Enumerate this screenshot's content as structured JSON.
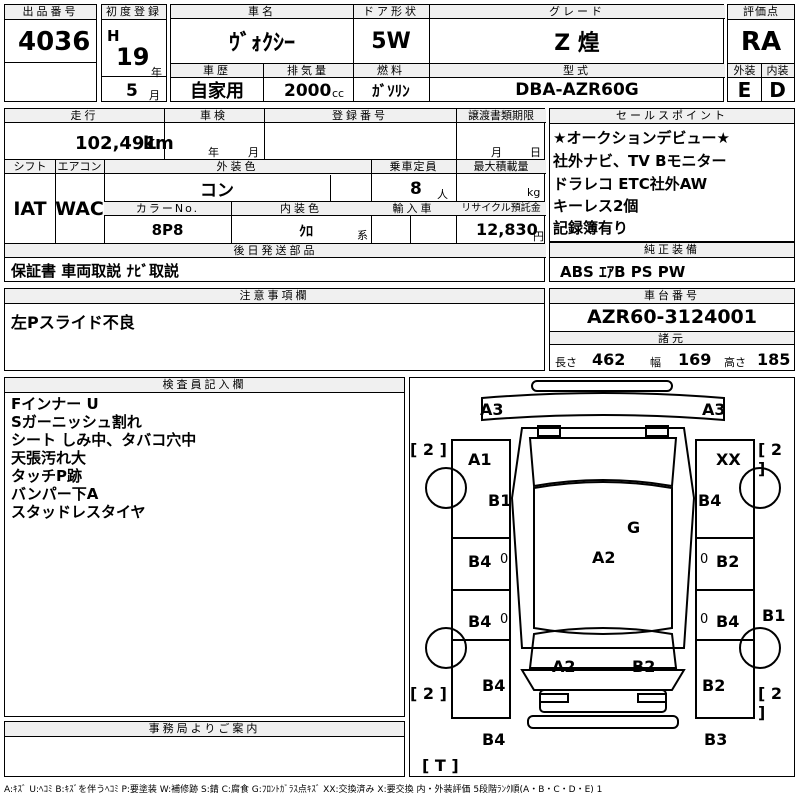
{
  "top": {
    "lot_label": "出品番号",
    "lot_no": "4036",
    "first_reg_label": "初度登録",
    "era": "H",
    "year_num": "19",
    "year_unit": "年",
    "month_num": "5",
    "month_unit": "月",
    "model_label": "車名",
    "model": "ｳﾞｫｸｼｰ",
    "doors_label": "ドア形状",
    "doors": "5W",
    "grade_label": "グレード",
    "grade": "Z 煌",
    "score_label": "評価点",
    "score": "RA",
    "history_label": "車歴",
    "history": "自家用",
    "disp_label": "排気量",
    "disp": "2000",
    "disp_unit": "cc",
    "fuel_label": "燃料",
    "fuel": "ｶﾞｿﾘﾝ",
    "type_label": "型式",
    "type": "DBA-AZR60G",
    "ext_label": "外装",
    "ext": "E",
    "int_label": "内装",
    "int": "D"
  },
  "mid": {
    "mileage_label": "走行",
    "mileage": "102,491",
    "mileage_unit": "km",
    "inspect_label": "車検",
    "ym_year": "年",
    "ym_month": "月",
    "regno_label": "登録番号",
    "transfer_label": "譲渡書類期限",
    "md_month": "月",
    "md_day": "日",
    "shift_label": "シフト",
    "shift": "IAT",
    "ac_label": "エアコン",
    "ac": "WAC",
    "color_label": "外装色",
    "color": "コン",
    "seats_label": "乗車定員",
    "seats": "8",
    "seats_unit": "人",
    "load_label": "最大積載量",
    "load_unit": "kg",
    "colorno_label": "カラーNo.",
    "colorno": "8P8",
    "intcolor_label": "内装色",
    "intcolor": "ｸﾛ",
    "intcolor_unit": "系",
    "import_label": "輸入車",
    "recycle_label": "リサイクル預託金",
    "recycle": "12,830",
    "recycle_unit": "円",
    "parts_label": "後日発送部品",
    "parts": "保証書 車両取説 ﾅﾋﾞ取説",
    "caution_label": "注意事項欄",
    "caution": "左Pスライド不良",
    "inspector_label": "検査員記入欄",
    "inspector_notes": [
      "Fインナー U",
      "Sガーニッシュ割れ",
      "シート しみ中、タバコ穴中",
      "天張汚れ大",
      "タッチP跡",
      "バンパー下A",
      "スタッドレスタイヤ"
    ],
    "office_label": "事務局よりご案内"
  },
  "right": {
    "sales_label": "セールスポイント",
    "sales_points": [
      "★オークションデビュー★",
      "社外ナビ、TV Bモニター",
      "ドラレコ ETC社外AW",
      "キーレス2個",
      "記録簿有り"
    ],
    "equip_label": "純正装備",
    "equip": "ABS ｴｱB PS PW",
    "chassis_label": "車台番号",
    "chassis": "AZR60-3124001",
    "spec_label": "諸元",
    "length_label": "長さ",
    "length": "462",
    "width_label": "幅",
    "width": "169",
    "height_label": "高さ",
    "height": "185"
  },
  "diagram": {
    "marks": {
      "a3l": "A3",
      "a3r": "A3",
      "a1": "A1",
      "xx": "XX",
      "b1l": "B1",
      "b4ur": "B4",
      "g": "G",
      "a2c": "A2",
      "b4ml": "B4",
      "b2mr": "B2",
      "b4ll": "B4",
      "b4lr": "B4",
      "b1r": "B1",
      "a2b": "A2",
      "b2b": "B2",
      "b4bl": "B4",
      "b2br": "B2",
      "b4f": "B4",
      "b3f": "B3"
    },
    "tires": {
      "fl": "[ 2 ]",
      "fr": "[ 2 ]",
      "rl": "[ 2 ]",
      "rr": "[ 2 ]",
      "spare": "[ T ]"
    },
    "zero1": "0",
    "zero2": "0",
    "zero3": "0",
    "zero4": "0"
  },
  "legend": "A:ｷｽﾞ U:ﾍｺﾐ B:ｷｽﾞを伴うﾍｺﾐ P:要塗装 W:補修跡 S:錆 C:腐食 G:ﾌﾛﾝﾄｶﾞﾗｽ点ｷｽﾞ XX:交換済み X:要交換 内・外装評価 5段階ﾗﾝｸ順(A・B・C・D・E) 1"
}
